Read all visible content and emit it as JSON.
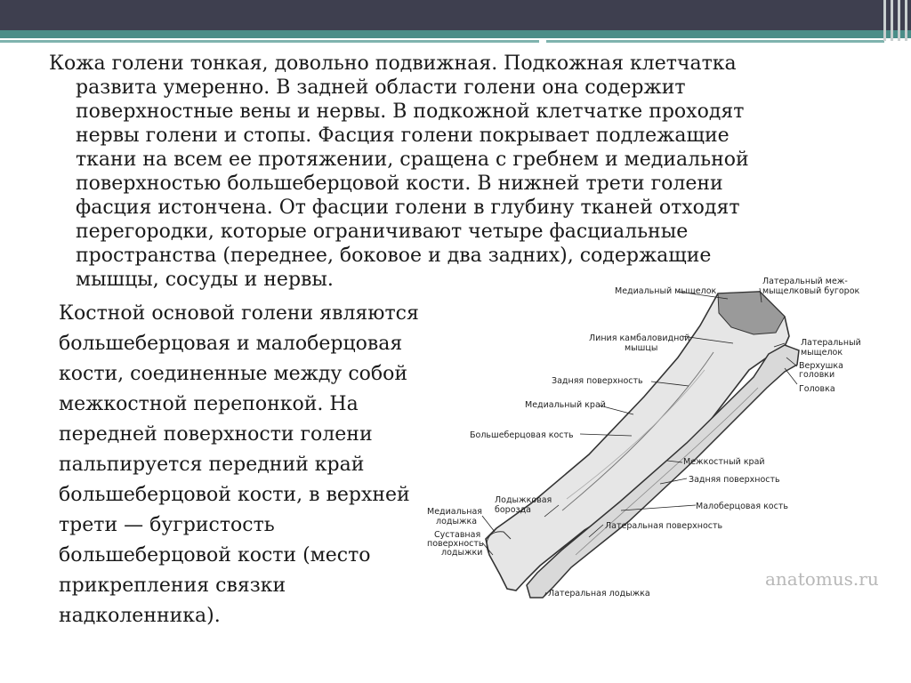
{
  "paragraph1": [
    "Кожа голени тонкая, довольно подвижная. Подкожная клетчатка",
    "развита умеренно. В задней области голени она содержит",
    "поверхностные вены и нервы. В подкожной клетчатке проходят",
    "нервы голени и стопы. Фасция голени покрывает подлежащие",
    "ткани на всем ее протяжении, сращена с гребнем и медиальной",
    "поверхностью большеберцовой кости. В нижней трети голени",
    "фасция истончена. От фасции голени в глубину тканей отходят",
    "перегородки, которые ограничивают четыре фасциальные",
    "пространства (переднее, боковое и два задних), содержащие",
    "мышцы, сосуды и нервы."
  ],
  "paragraph2": [
    "Костной основой голени являются",
    "большеберцовая и малоберцовая",
    "кости, соединенные между собой",
    "межкостной перепонкой. На",
    "передней поверхности голени",
    "пальпируется передний край",
    "большеберцовой кости, в верхней",
    "трети — бугристость",
    "большеберцовой кости (место",
    "прикрепления связки",
    "надколенника)."
  ],
  "figure_labels": {
    "medial_condyle": "Медиальный мыщелок",
    "intercondylar_lateral_1": "Латеральный меж-",
    "intercondylar_lateral_2": "мыщелковый бугорок",
    "soleal_line_1": "Линия камбаловидной",
    "soleal_line_2": "мышцы",
    "lateral_condyle_1": "Латеральный",
    "lateral_condyle_2": "мыщелок",
    "apex_1": "Верхушка",
    "apex_2": "головки",
    "posterior_surface": "Задняя поверхность",
    "head": "Головка",
    "medial_border": "Медиальный край",
    "tibia": "Большеберцовая кость",
    "interosseous_border": "Межкостный край",
    "posterior_surface_fibula": "Задняя поверхность",
    "malleolar_groove_1": "Лодыжковая",
    "malleolar_groove_2": "борозда",
    "medial_malleolus_1": "Медиальная",
    "medial_malleolus_2": "лодыжка",
    "fibula": "Малоберцовая кость",
    "articular_1": "Суставная",
    "articular_2": "поверхность",
    "articular_3": "лодыжки",
    "lateral_surface": "Латеральная поверхность",
    "lateral_malleolus": "Латеральная лодыжка"
  },
  "watermark": "anatomus.ru",
  "colors": {
    "top_bar": "#3e3f4f",
    "accent": "#4b8d88"
  }
}
